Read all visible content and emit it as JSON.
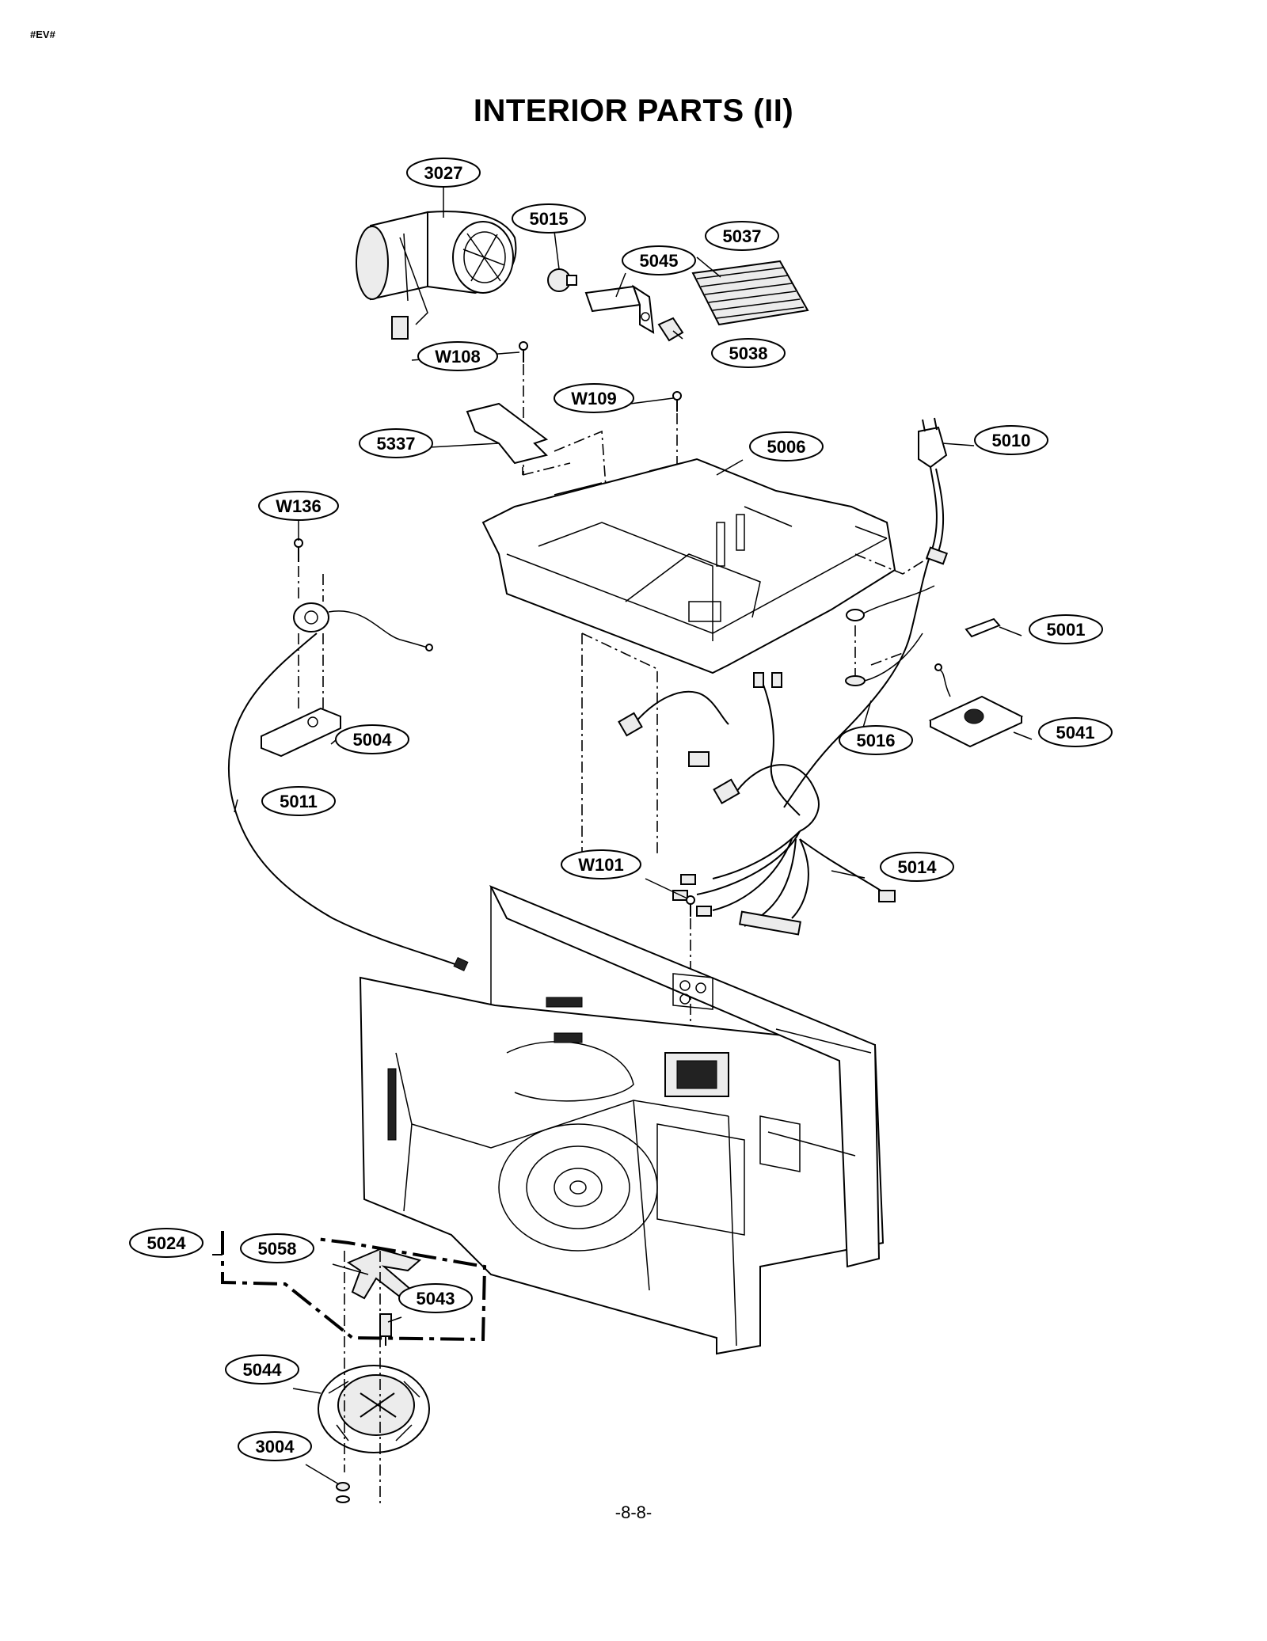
{
  "header": {
    "corner_mark": "#EV#",
    "title": "INTERIOR PARTS (II)"
  },
  "footer": {
    "page_number": "-8-8-"
  },
  "callouts": [
    "3027",
    "5015",
    "5037",
    "5045",
    "5038",
    "W108",
    "W109",
    "5337",
    "5006",
    "5010",
    "W136",
    "5001",
    "5016",
    "5041",
    "5004",
    "5011",
    "W101",
    "5014",
    "5024",
    "5058",
    "5043",
    "5044",
    "3004"
  ]
}
